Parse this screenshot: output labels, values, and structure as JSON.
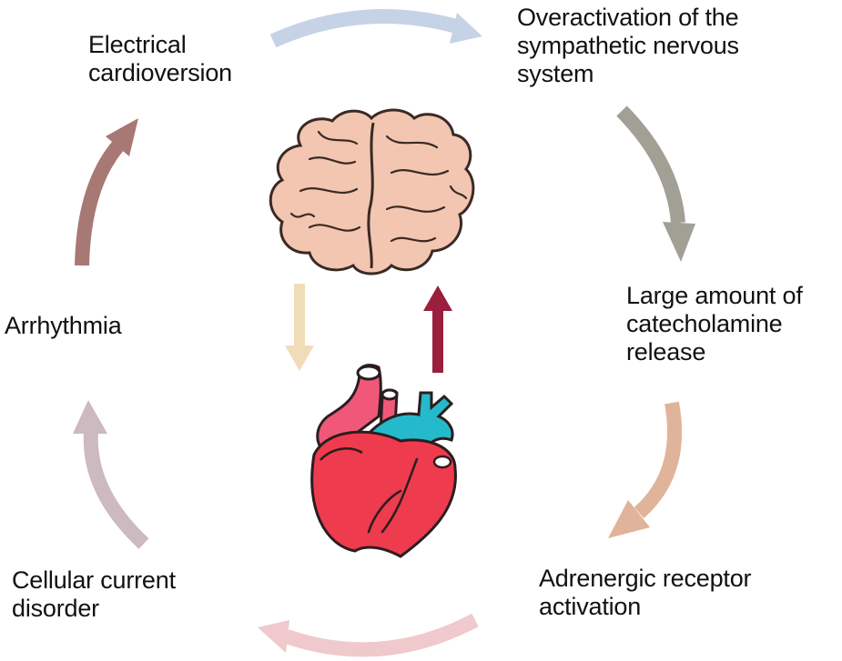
{
  "labels": {
    "electrical_cardioversion": [
      "Electrical",
      "cardioversion"
    ],
    "sympathetic_overactivation": [
      "Overactivation of the",
      "sympathetic nervous",
      "system"
    ],
    "catecholamine_release": [
      "Large amount of",
      "catecholamine",
      "release"
    ],
    "adrenergic_activation": [
      "Adrenergic receptor",
      "activation"
    ],
    "cellular_disorder": [
      "Cellular current",
      "disorder"
    ],
    "arrhythmia": [
      "Arrhythmia"
    ]
  },
  "colors": {
    "arrow_top": "#c6d3e6",
    "arrow_right_upper": "#a29f95",
    "arrow_right_lower": "#e0b49a",
    "arrow_bottom": "#efc9cb",
    "arrow_left_lower": "#cdb9c0",
    "arrow_left_upper": "#a77874",
    "arrow_brain_to_heart": "#f1dcb8",
    "arrow_heart_to_brain": "#9a1f3c",
    "brain_fill": "#f3c6b2",
    "heart_fill": "#ee3b4d",
    "vessel_pink": "#f0587a",
    "vessel_cyan": "#25b9cc"
  }
}
